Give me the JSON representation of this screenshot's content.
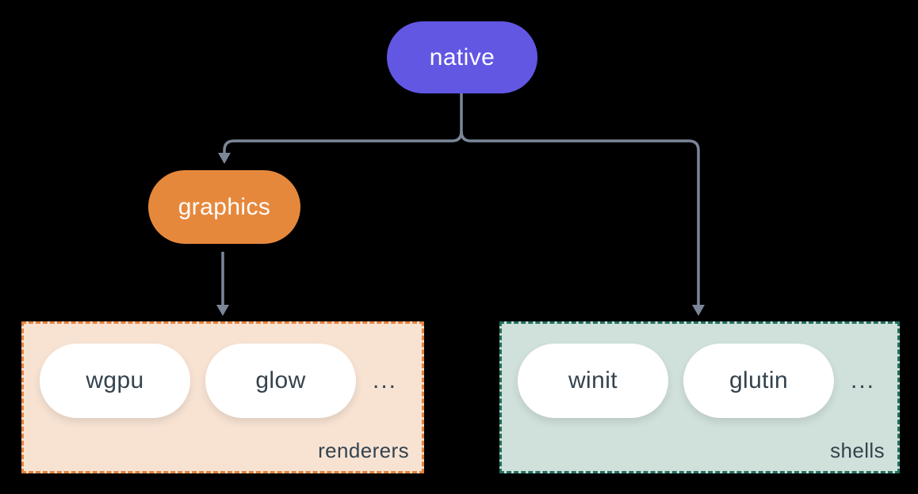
{
  "colors": {
    "background": "#000000",
    "connector": "#7b8798",
    "native_fill": "#6257e3",
    "graphics_fill": "#e6883c",
    "pill_fill": "#ffffff",
    "pill_text": "#33434f",
    "node_text": "#ffffff",
    "renderers_fill": "#f8e3d3",
    "renderers_border": "#e5813a",
    "shells_fill": "#d0e0da",
    "shells_border": "#20705f"
  },
  "nodes": {
    "native": {
      "label": "native"
    },
    "graphics": {
      "label": "graphics"
    }
  },
  "groups": {
    "renderers": {
      "label": "renderers",
      "items": [
        "wgpu",
        "glow",
        "..."
      ]
    },
    "shells": {
      "label": "shells",
      "items": [
        "winit",
        "glutin",
        "..."
      ]
    }
  },
  "edges": [
    {
      "from": "native",
      "to": "graphics"
    },
    {
      "from": "native",
      "to": "shells"
    },
    {
      "from": "graphics",
      "to": "renderers"
    }
  ]
}
